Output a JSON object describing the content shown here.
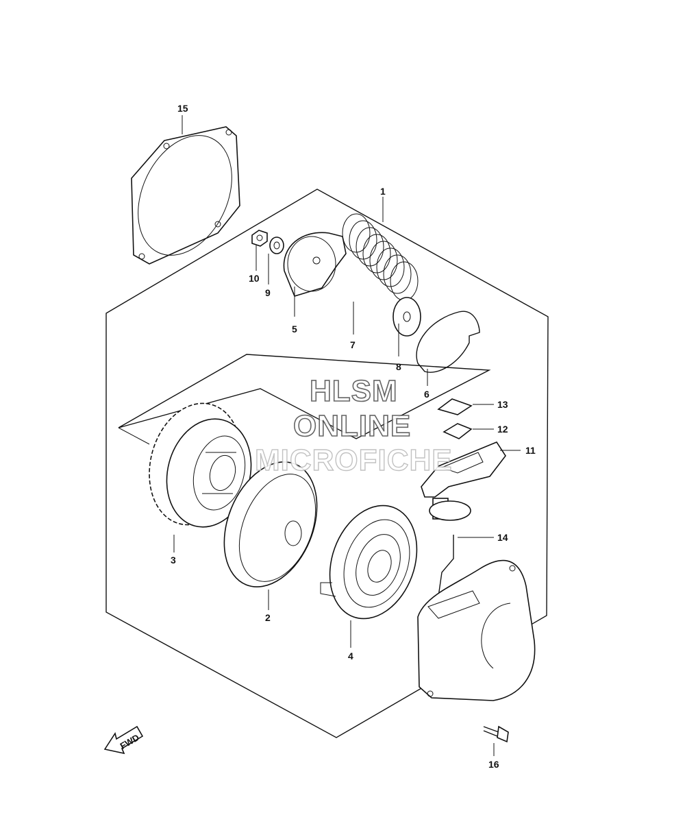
{
  "watermark": {
    "line1": "HLSM",
    "line2": "ONLINE",
    "line3": "MICROFICHE"
  },
  "fwd_label": "FWD",
  "callouts": {
    "c1": "1",
    "c2": "2",
    "c3": "3",
    "c4": "4",
    "c5": "5",
    "c6": "6",
    "c7": "7",
    "c8": "8",
    "c9": "9",
    "c10": "10",
    "c11": "11",
    "c12": "12",
    "c13": "13",
    "c14": "14",
    "c15": "15",
    "c16": "16"
  }
}
